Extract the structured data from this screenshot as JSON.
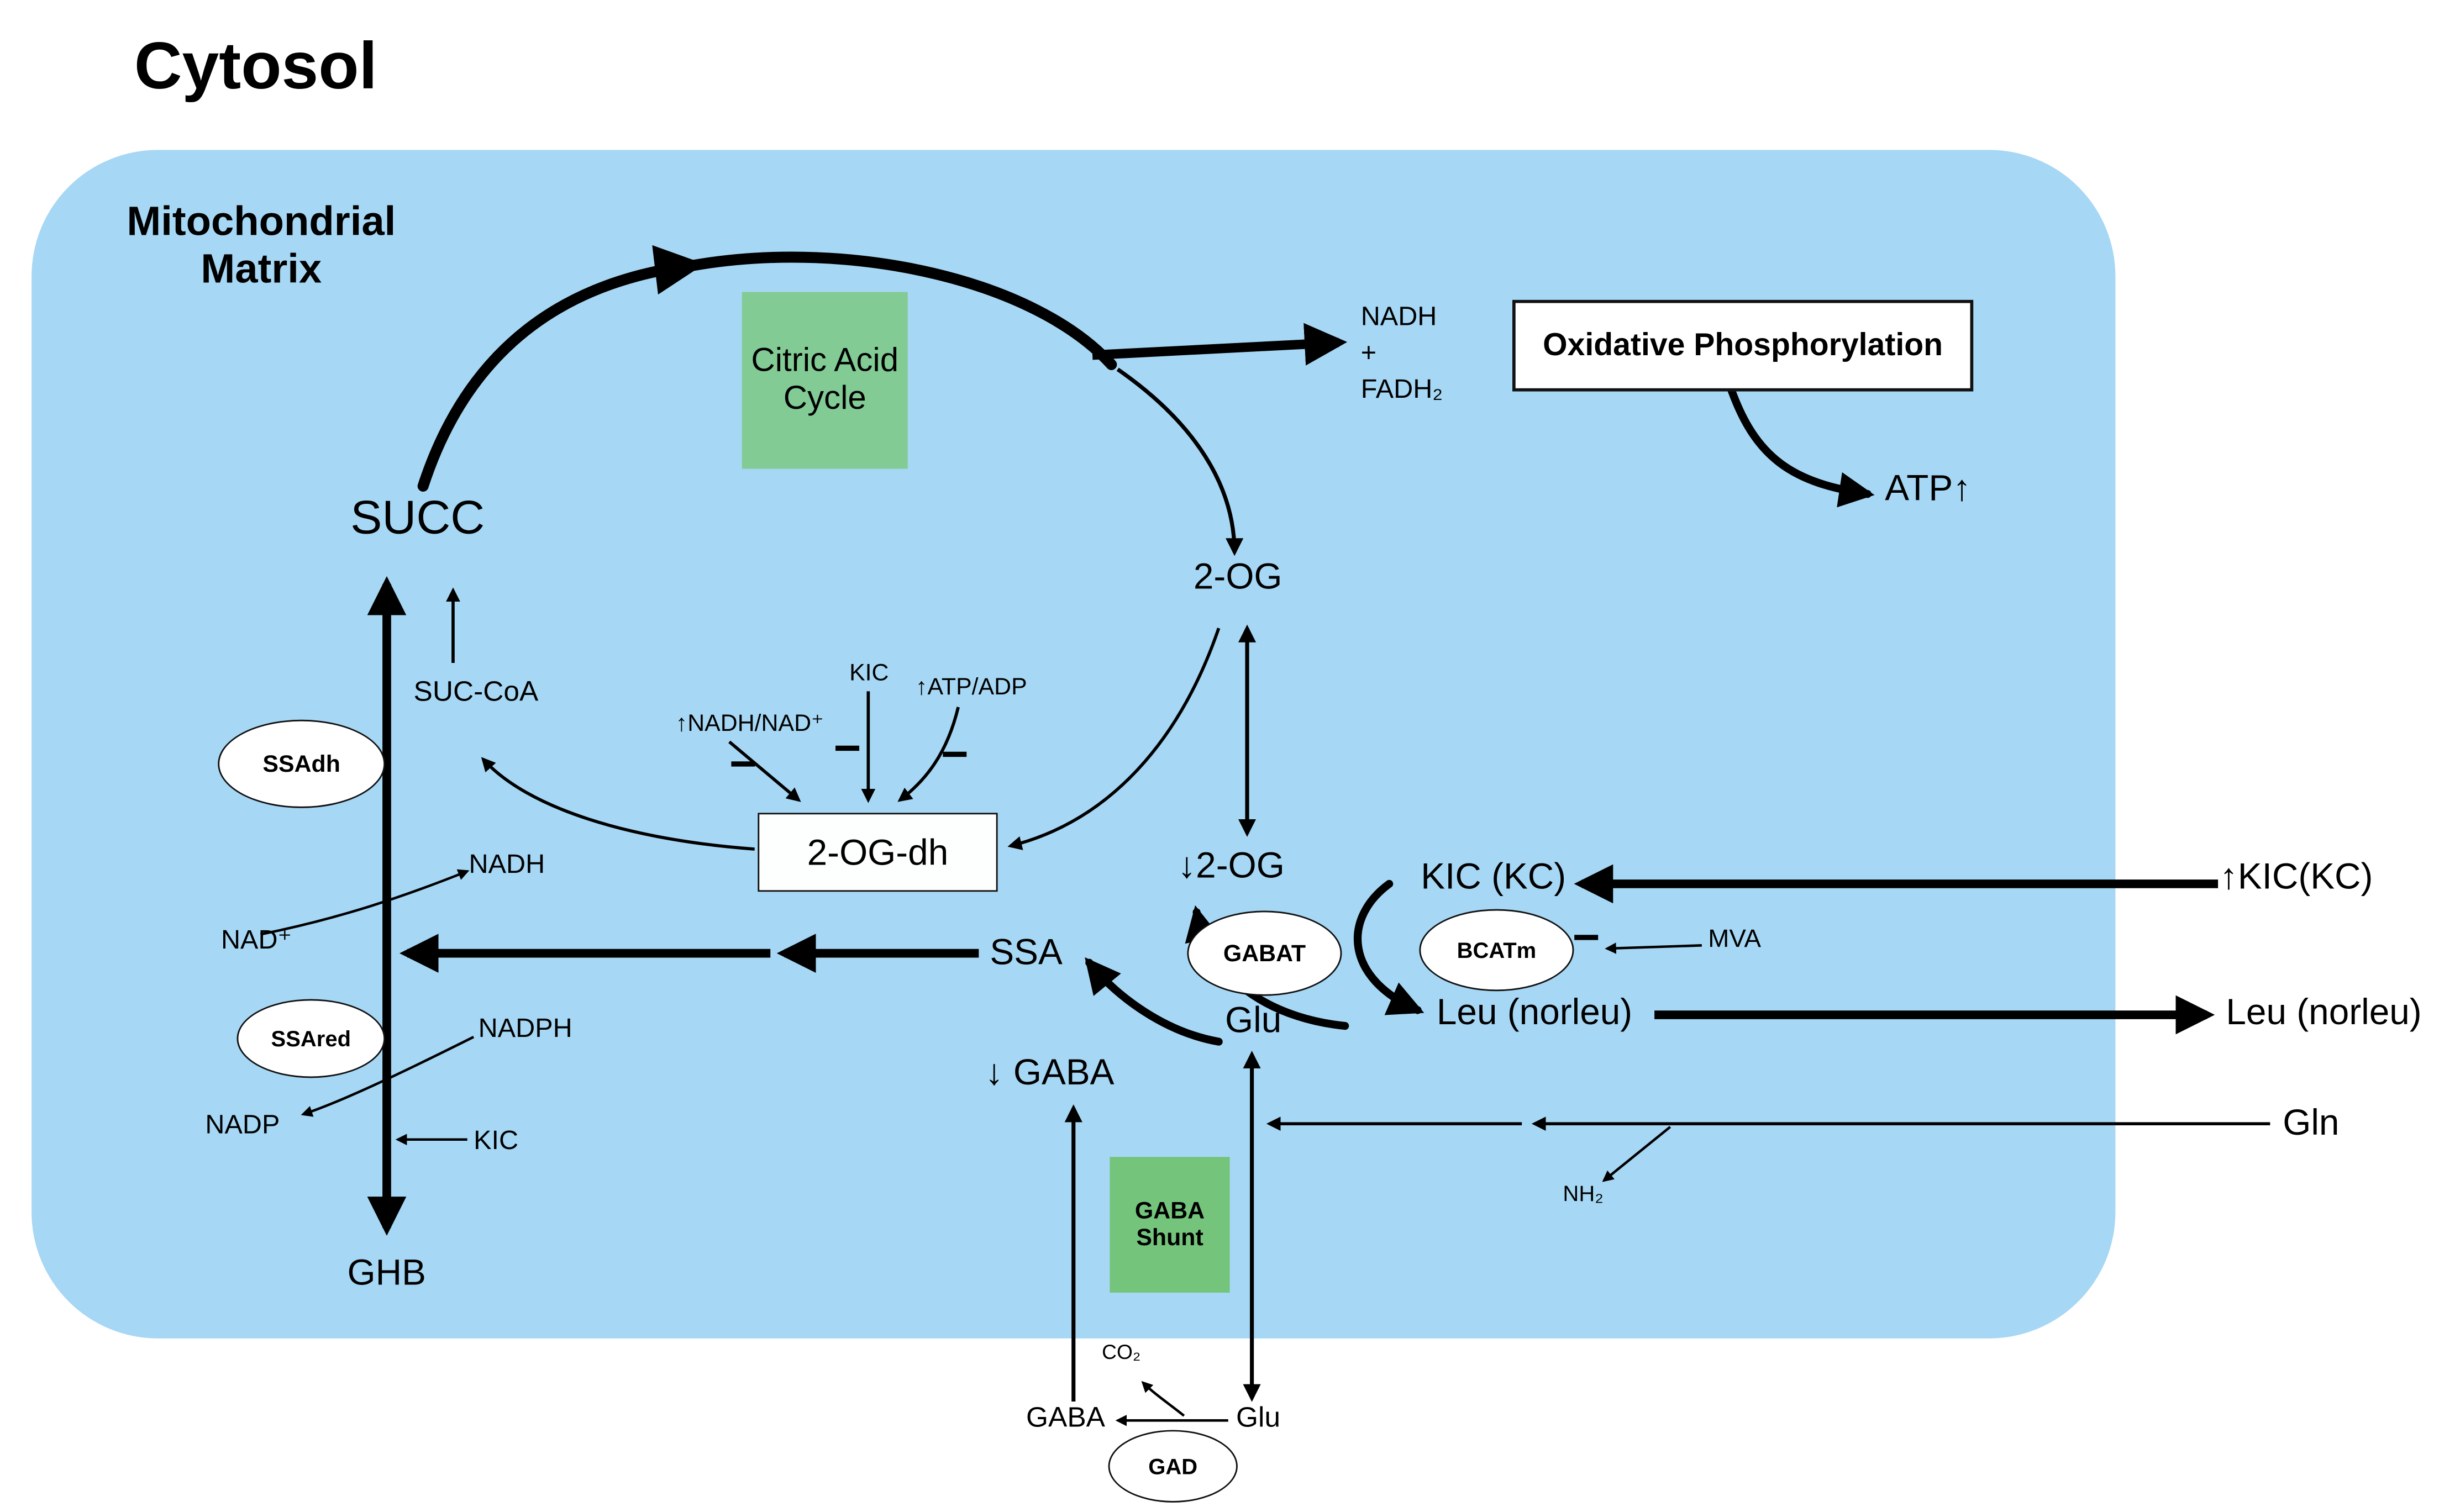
{
  "colors": {
    "matrix_bg": "#a6d7f4",
    "green_box": "#82cb95",
    "green_box_dark": "#74c47c",
    "line": "#000000"
  },
  "labels": {
    "cytosol": "Cytosol",
    "matrix": "Mitochondrial Matrix",
    "citric": "Citric Acid Cycle",
    "nadh_fadh": "NADH\n+\nFADH₂",
    "oxphos": "Oxidative Phosphorylation",
    "atp": "ATP↑",
    "succ": "SUCC",
    "suc_coa": "SUC-CoA",
    "ssadh": "SSAdh",
    "ssared": "SSAred",
    "nadh": "NADH",
    "nad": "NAD⁺",
    "nadph": "NADPH",
    "nadp": "NADP",
    "kic_left": "KIC",
    "ghb": "GHB",
    "og_dh": "2-OG-dh",
    "kic_top": "KIC",
    "nadh_nad_ratio": "↑NADH/NAD⁺",
    "atp_adp_ratio": "↑ATP/ADP",
    "minus": "−",
    "og": "2-OG",
    "og_down": "↓2-OG",
    "gabat": "GABAT",
    "glu": "Glu",
    "kic_kc": "KIC (KC)",
    "bcatm": "BCATm",
    "mva": "MVA",
    "leu": "Leu (norleu)",
    "leu_out": "Leu (norleu)",
    "kic_out": "↑KIC(KC)",
    "gln": "Gln",
    "nh2": "NH₂",
    "ssa": "SSA",
    "gaba_down": "↓ GABA",
    "gaba_shunt": "GABA Shunt",
    "gaba_bottom": "GABA",
    "gad": "GAD",
    "glu_bottom": "Glu",
    "co2": "CO₂"
  }
}
